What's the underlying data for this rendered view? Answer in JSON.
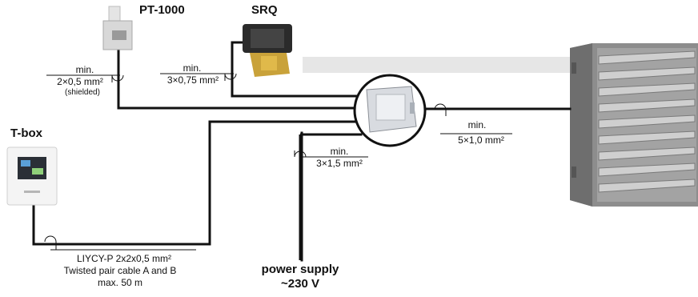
{
  "devices": {
    "pt1000": {
      "title": "PT-1000",
      "icon": "temperature-sensor-icon"
    },
    "srq": {
      "title": "SRQ",
      "icon": "solenoid-valve-icon"
    },
    "tbox": {
      "title": "T-box",
      "icon": "controller-panel-icon"
    },
    "junction": {
      "icon": "junction-box-icon"
    },
    "heater": {
      "icon": "air-heater-icon"
    }
  },
  "cables": {
    "pt1000": {
      "min": "min.",
      "spec": "2×0,5 mm²",
      "note": "(shielded)"
    },
    "srq": {
      "min": "min.",
      "spec": "3×0,75 mm²"
    },
    "heater": {
      "min": "min.",
      "spec": "5×1,0 mm²"
    },
    "power": {
      "min": "min.",
      "spec": "3×1,5 mm²"
    },
    "tbox": {
      "spec": "LIYCY-P 2x2x0,5 mm²",
      "line2": "Twisted pair cable A and B",
      "line3": "max. 50 m"
    }
  },
  "power_supply": {
    "line1": "power supply",
    "line2": "~230 V"
  },
  "colors": {
    "wire": "#111111",
    "heater_body": "#9a9a9a",
    "pipe": "#e6e6e6"
  }
}
